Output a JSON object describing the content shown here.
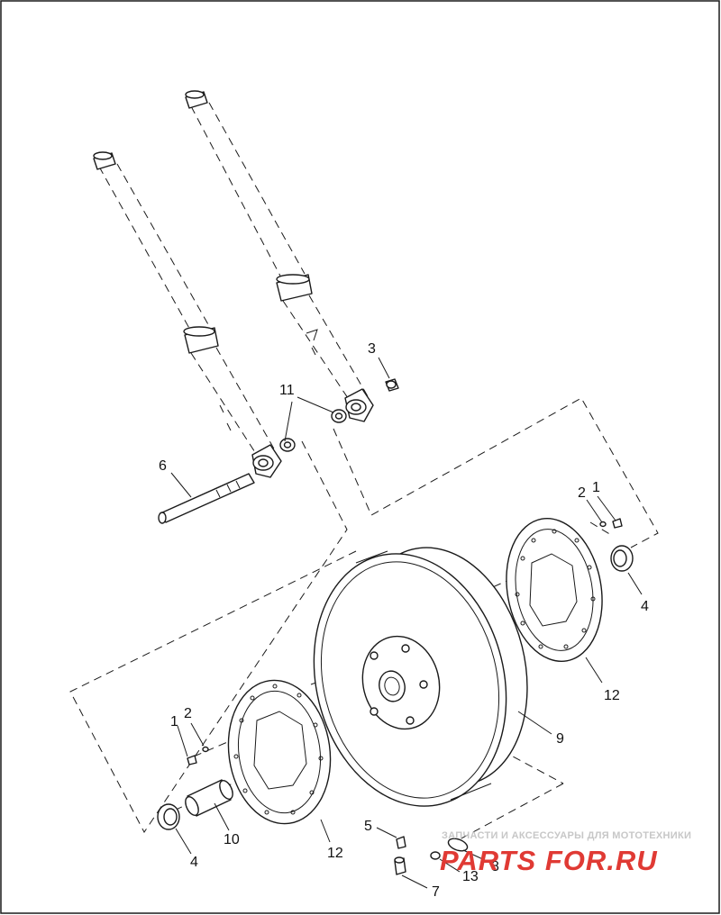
{
  "callouts": {
    "c1_right": "1",
    "c2_right": "2",
    "c3": "3",
    "c4_right": "4",
    "c11": "11",
    "c6": "6",
    "c12_right": "12",
    "c9": "9",
    "c1_left": "1",
    "c2_left": "2",
    "c10": "10",
    "c12_left": "12",
    "c4_left": "4",
    "c5": "5",
    "c8": "8",
    "c13": "13",
    "c7": "7"
  },
  "watermark": {
    "tagline": "ЗАПЧАСТИ И АКСЕССУАРЫ ДЛЯ МОТОТЕХНИКИ",
    "logo": "PARTS FOR.RU",
    "color": "#e03a34"
  },
  "colors": {
    "line": "#1a1a1a",
    "background": "#ffffff"
  }
}
